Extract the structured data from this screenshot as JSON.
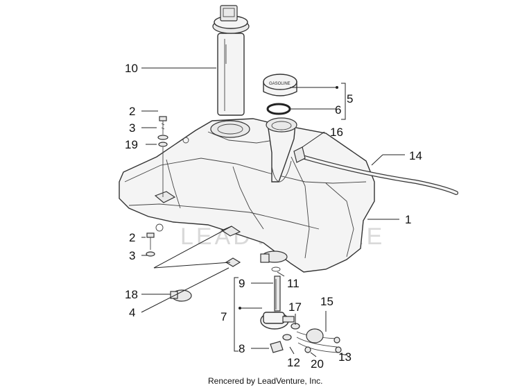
{
  "diagram": {
    "callouts": [
      "1",
      "2",
      "3",
      "4",
      "5",
      "6",
      "7",
      "8",
      "9",
      "10",
      "11",
      "12",
      "13",
      "14",
      "15",
      "16",
      "17",
      "18",
      "19",
      "20"
    ],
    "callout_2_lower": "2",
    "callout_3_lower": "3"
  },
  "footer": {
    "text": "Rencered by LeadVenture, Inc."
  },
  "watermark": {
    "text": "LEADVENTURE"
  }
}
